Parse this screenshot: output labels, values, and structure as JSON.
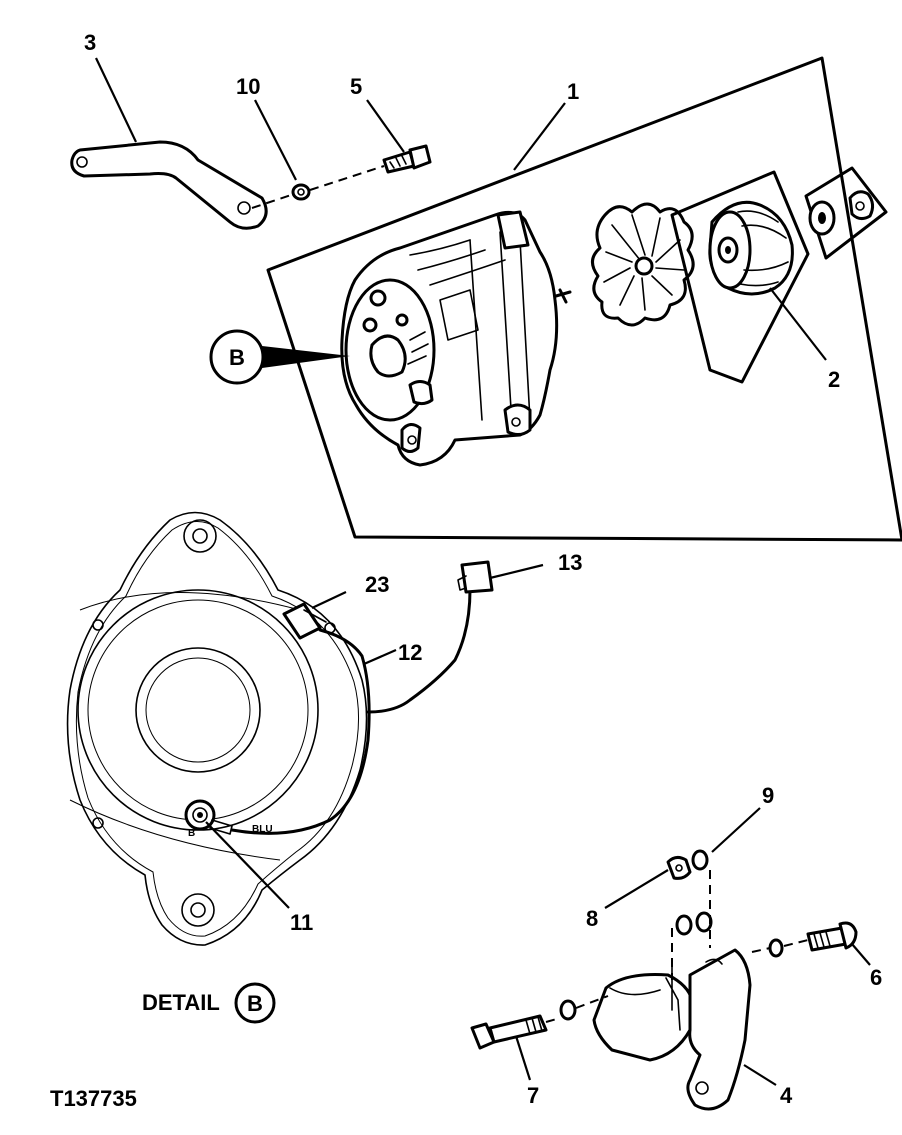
{
  "callouts": {
    "c1": "1",
    "c2": "2",
    "c3": "3",
    "c4": "4",
    "c5": "5",
    "c6": "6",
    "c7": "7",
    "c8": "8",
    "c9": "9",
    "c10": "10",
    "c11": "11",
    "c12": "12",
    "c13": "13",
    "c23": "23"
  },
  "detail_marker": "B",
  "detail_label": "DETAIL",
  "detail_label_marker": "B",
  "terminal_label": "BLU",
  "terminal_b": "B",
  "figure_id": "T137735"
}
